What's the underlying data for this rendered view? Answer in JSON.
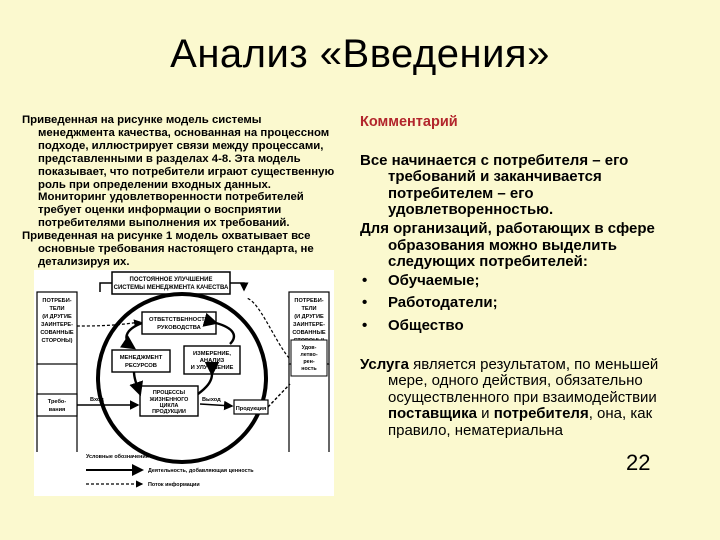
{
  "title": "Анализ «Введения»",
  "left_text": [
    "Приведенная на рисунке модель системы менеджмента качества, основанная на процессном подходе, иллюстрирует связи между процессами, представленными в разделах 4-8. Эта модель показывает, что потребители играют существенную роль при определении входных данных. Мониторинг удовлетворенности потребителей требует оценки информации о восприятии потребителями выполнения их требований.",
    "Приведенная на рисунке 1 модель охватывает все основные требования настоящего стандарта, не детализируя их."
  ],
  "diagram": {
    "top_box": [
      "ПОСТОЯННОЕ УЛУЧШЕНИЕ",
      "СИСТЕМЫ МЕНЕДЖМЕНТА КАЧЕСТВА"
    ],
    "left_box": [
      "ПОТРЕБИ-",
      "ТЕЛИ",
      "(И ДРУГИЕ",
      "ЗАИНТЕРЕ-",
      "СОВАННЫЕ",
      "СТОРОНЫ)"
    ],
    "right_box": [
      "ПОТРЕБИ-",
      "ТЕЛИ",
      "(И ДРУГИЕ",
      "ЗАИНТЕРЕ-",
      "СОВАННЫЕ",
      "СТОРОНЫ)"
    ],
    "responsibility": [
      "ОТВЕТСТВЕННОСТЬ",
      "РУКОВОДСТВА"
    ],
    "resources": [
      "МЕНЕДЖМЕНТ",
      "РЕСУРСОВ"
    ],
    "measurement": [
      "ИЗМЕРЕНИЕ,",
      "АНАЛИЗ",
      "И УЛУЧШЕНИЕ"
    ],
    "process": [
      "ПРОЦЕССЫ",
      "ЖИЗНЕННОГО",
      "ЦИКЛА",
      "ПРОДУКЦИИ"
    ],
    "satisfaction": [
      "Удов-",
      "летво-",
      "рен-",
      "ность"
    ],
    "requirements": [
      "Требо-",
      "вания"
    ],
    "input": "Вход",
    "output": "Выход",
    "product": "Продукция",
    "legend_title": "Условные обозначения",
    "legend": [
      "Деятельность, добавляющая ценность",
      "Поток информации"
    ]
  },
  "right": {
    "comment_head": "Комментарий",
    "p1": "Все начинается с потребителя – его требований и заканчивается потребителем – его удовлетворенностью.",
    "p2": "Для организаций, работающих в сфере образования можно выделить следующих потребителей:",
    "bullet_symbol": "•",
    "bullets": [
      "Обучаемые;",
      "Работодатели;",
      "Общество"
    ],
    "p3_bold1": "Услуга",
    "p3_text1": " является результатом, по меньшей мере, одного действия, обязательно осуществленного при взаимодействии ",
    "p3_bold2": "поставщика",
    "p3_text2": " и ",
    "p3_bold3": "потребителя",
    "p3_text3": ", она, как правило, нематериальна"
  },
  "slide_number": "22"
}
